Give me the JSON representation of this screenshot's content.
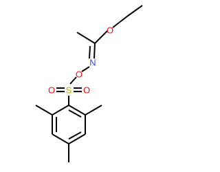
{
  "molecule": {
    "atoms": [
      {
        "id": "O_ether",
        "symbol": "O",
        "color": "#ff0d0d"
      },
      {
        "id": "N_imine",
        "symbol": "N",
        "color": "#3050f8"
      },
      {
        "id": "O_link",
        "symbol": "O",
        "color": "#ff0d0d"
      },
      {
        "id": "S",
        "symbol": "S",
        "color": "#b2b200"
      },
      {
        "id": "O_s_left",
        "symbol": "O",
        "color": "#ff0d0d"
      },
      {
        "id": "O_s_right",
        "symbol": "O",
        "color": "#ff0d0d"
      }
    ],
    "bond_color": "#000000",
    "sulfur_bond_color": "#b2b200",
    "oxygen_bond_color": "#ff0d0d",
    "nitrogen_bond_color": "#3050f8"
  }
}
